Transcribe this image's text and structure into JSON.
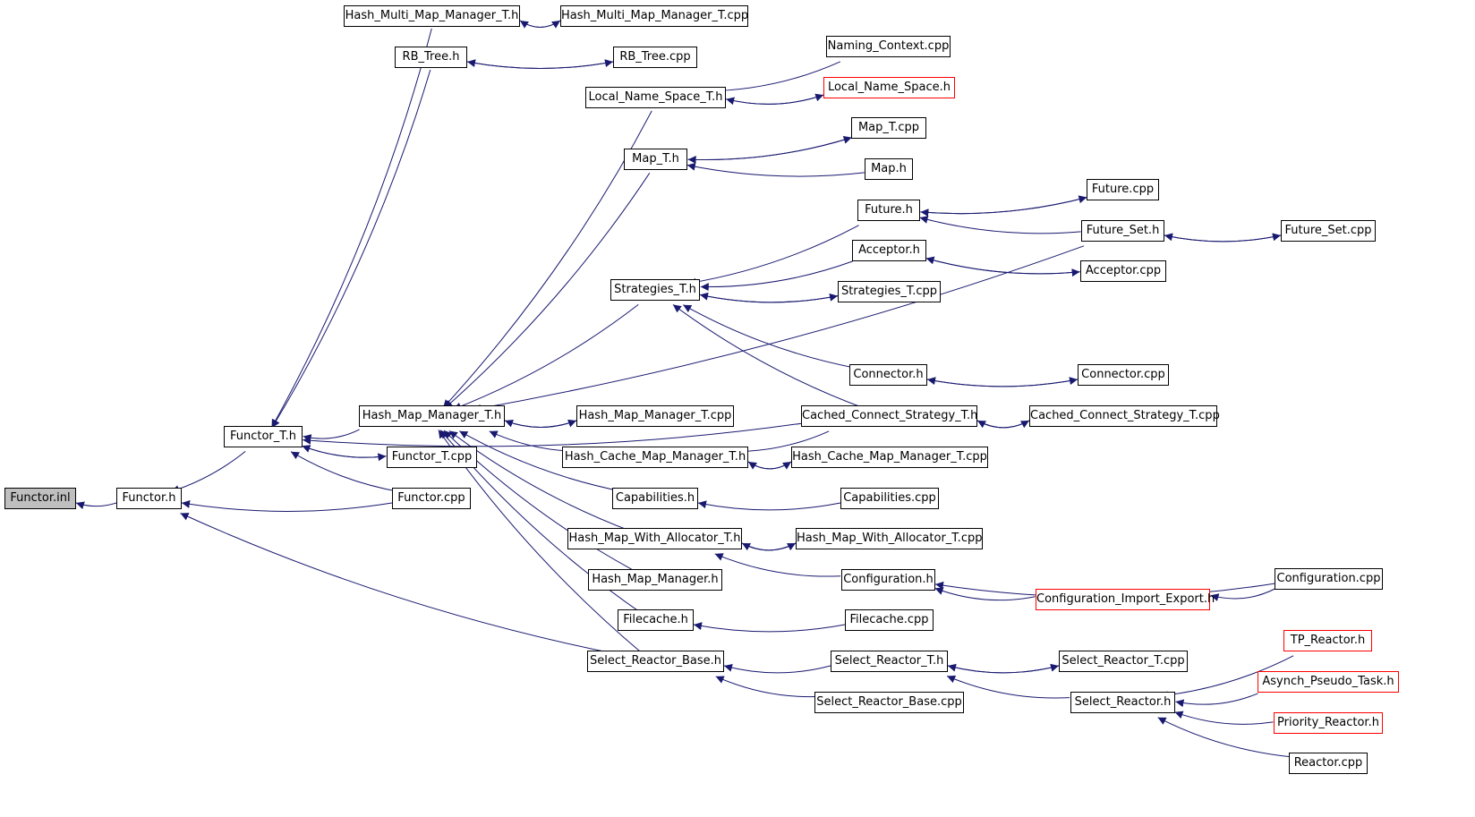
{
  "colors": {
    "edge": "#191970",
    "node_border": "#000000",
    "external_border": "#ff0000",
    "root_fill": "#bfbfbf"
  },
  "nodes": {
    "functor_inl": {
      "label": "Functor.inl",
      "root": true
    },
    "functor_h": {
      "label": "Functor.h"
    },
    "functor_t_h": {
      "label": "Functor_T.h"
    },
    "functor_t_cpp": {
      "label": "Functor_T.cpp"
    },
    "functor_cpp": {
      "label": "Functor.cpp"
    },
    "hmmm_t_h": {
      "label": "Hash_Multi_Map_Manager_T.h"
    },
    "hmmm_t_cpp": {
      "label": "Hash_Multi_Map_Manager_T.cpp"
    },
    "rb_tree_h": {
      "label": "RB_Tree.h"
    },
    "rb_tree_cpp": {
      "label": "RB_Tree.cpp"
    },
    "naming_context_cpp": {
      "label": "Naming_Context.cpp"
    },
    "lns_t_h": {
      "label": "Local_Name_Space_T.h"
    },
    "lns_h": {
      "label": "Local_Name_Space.h",
      "external": true
    },
    "map_t_cpp": {
      "label": "Map_T.cpp"
    },
    "map_t_h": {
      "label": "Map_T.h"
    },
    "map_h": {
      "label": "Map.h"
    },
    "future_h": {
      "label": "Future.h"
    },
    "future_cpp": {
      "label": "Future.cpp"
    },
    "future_set_h": {
      "label": "Future_Set.h"
    },
    "future_set_cpp": {
      "label": "Future_Set.cpp"
    },
    "acceptor_h": {
      "label": "Acceptor.h"
    },
    "acceptor_cpp": {
      "label": "Acceptor.cpp"
    },
    "strategies_t_h": {
      "label": "Strategies_T.h"
    },
    "strategies_t_cpp": {
      "label": "Strategies_T.cpp"
    },
    "connector_h": {
      "label": "Connector.h"
    },
    "connector_cpp": {
      "label": "Connector.cpp"
    },
    "hmm_t_h": {
      "label": "Hash_Map_Manager_T.h"
    },
    "hmm_t_cpp": {
      "label": "Hash_Map_Manager_T.cpp"
    },
    "ccs_t_h": {
      "label": "Cached_Connect_Strategy_T.h"
    },
    "ccs_t_cpp": {
      "label": "Cached_Connect_Strategy_T.cpp"
    },
    "hcmm_t_h": {
      "label": "Hash_Cache_Map_Manager_T.h"
    },
    "hcmm_t_cpp": {
      "label": "Hash_Cache_Map_Manager_T.cpp"
    },
    "capabilities_h": {
      "label": "Capabilities.h"
    },
    "capabilities_cpp": {
      "label": "Capabilities.cpp"
    },
    "hmwa_t_h": {
      "label": "Hash_Map_With_Allocator_T.h"
    },
    "hmwa_t_cpp": {
      "label": "Hash_Map_With_Allocator_T.cpp"
    },
    "configuration_h": {
      "label": "Configuration.h"
    },
    "configuration_cpp": {
      "label": "Configuration.cpp"
    },
    "cie_h": {
      "label": "Configuration_Import_Export.h",
      "external": true
    },
    "hash_map_manager_h": {
      "label": "Hash_Map_Manager.h"
    },
    "filecache_h": {
      "label": "Filecache.h"
    },
    "filecache_cpp": {
      "label": "Filecache.cpp"
    },
    "srb_h": {
      "label": "Select_Reactor_Base.h"
    },
    "srb_cpp": {
      "label": "Select_Reactor_Base.cpp"
    },
    "sr_t_h": {
      "label": "Select_Reactor_T.h"
    },
    "sr_t_cpp": {
      "label": "Select_Reactor_T.cpp"
    },
    "sr_h": {
      "label": "Select_Reactor.h"
    },
    "tp_reactor_h": {
      "label": "TP_Reactor.h",
      "external": true
    },
    "apt_h": {
      "label": "Asynch_Pseudo_Task.h",
      "external": true
    },
    "priority_reactor_h": {
      "label": "Priority_Reactor.h",
      "external": true
    },
    "reactor_cpp": {
      "label": "Reactor.cpp"
    }
  },
  "edges": [
    [
      "functor_h",
      "functor_inl"
    ],
    [
      "functor_t_h",
      "functor_h"
    ],
    [
      "functor_cpp",
      "functor_h"
    ],
    [
      "srb_h",
      "functor_h"
    ],
    [
      "functor_t_cpp",
      "functor_t_h"
    ],
    [
      "functor_cpp",
      "functor_t_h"
    ],
    [
      "hmmm_t_h",
      "functor_t_h"
    ],
    [
      "rb_tree_h",
      "functor_t_h"
    ],
    [
      "hmm_t_h",
      "functor_t_h"
    ],
    [
      "ccs_t_h",
      "functor_t_h"
    ],
    [
      "functor_t_h",
      "functor_t_cpp"
    ],
    [
      "hmmm_t_cpp",
      "hmmm_t_h"
    ],
    [
      "hmmm_t_h",
      "hmmm_t_cpp"
    ],
    [
      "rb_tree_cpp",
      "rb_tree_h"
    ],
    [
      "rb_tree_h",
      "rb_tree_cpp"
    ],
    [
      "naming_context_cpp",
      "lns_t_h"
    ],
    [
      "lns_h",
      "lns_t_h"
    ],
    [
      "lns_t_h",
      "lns_h"
    ],
    [
      "map_t_cpp",
      "map_t_h"
    ],
    [
      "map_h",
      "map_t_h"
    ],
    [
      "map_t_h",
      "map_t_cpp"
    ],
    [
      "future_cpp",
      "future_h"
    ],
    [
      "future_set_h",
      "future_h"
    ],
    [
      "future_h",
      "future_cpp"
    ],
    [
      "future_set_cpp",
      "future_set_h"
    ],
    [
      "future_set_h",
      "future_set_cpp"
    ],
    [
      "acceptor_cpp",
      "acceptor_h"
    ],
    [
      "acceptor_h",
      "acceptor_cpp"
    ],
    [
      "future_h",
      "strategies_t_h"
    ],
    [
      "acceptor_h",
      "strategies_t_h"
    ],
    [
      "strategies_t_cpp",
      "strategies_t_h"
    ],
    [
      "connector_h",
      "strategies_t_h"
    ],
    [
      "ccs_t_h",
      "strategies_t_h"
    ],
    [
      "strategies_t_h",
      "strategies_t_cpp"
    ],
    [
      "connector_cpp",
      "connector_h"
    ],
    [
      "connector_h",
      "connector_cpp"
    ],
    [
      "lns_t_h",
      "hmm_t_h"
    ],
    [
      "map_t_h",
      "hmm_t_h"
    ],
    [
      "strategies_t_h",
      "hmm_t_h"
    ],
    [
      "future_set_h",
      "hmm_t_h"
    ],
    [
      "hmm_t_cpp",
      "hmm_t_h"
    ],
    [
      "hcmm_t_h",
      "hmm_t_h"
    ],
    [
      "capabilities_h",
      "hmm_t_h"
    ],
    [
      "hmwa_t_h",
      "hmm_t_h"
    ],
    [
      "hash_map_manager_h",
      "hmm_t_h"
    ],
    [
      "filecache_h",
      "hmm_t_h"
    ],
    [
      "srb_h",
      "hmm_t_h"
    ],
    [
      "hmm_t_h",
      "hmm_t_cpp"
    ],
    [
      "ccs_t_cpp",
      "ccs_t_h"
    ],
    [
      "ccs_t_h",
      "ccs_t_cpp"
    ],
    [
      "ccs_t_h",
      "hcmm_t_h"
    ],
    [
      "hcmm_t_cpp",
      "hcmm_t_h"
    ],
    [
      "hcmm_t_h",
      "hcmm_t_cpp"
    ],
    [
      "capabilities_cpp",
      "capabilities_h"
    ],
    [
      "hmwa_t_cpp",
      "hmwa_t_h"
    ],
    [
      "configuration_h",
      "hmwa_t_h"
    ],
    [
      "hmwa_t_h",
      "hmwa_t_cpp"
    ],
    [
      "configuration_cpp",
      "configuration_h"
    ],
    [
      "cie_h",
      "configuration_h"
    ],
    [
      "configuration_cpp",
      "cie_h"
    ],
    [
      "filecache_cpp",
      "filecache_h"
    ],
    [
      "sr_t_h",
      "srb_h"
    ],
    [
      "srb_cpp",
      "srb_h"
    ],
    [
      "sr_t_cpp",
      "sr_t_h"
    ],
    [
      "sr_h",
      "sr_t_h"
    ],
    [
      "sr_t_h",
      "sr_t_cpp"
    ],
    [
      "tp_reactor_h",
      "sr_h"
    ],
    [
      "apt_h",
      "sr_h"
    ],
    [
      "priority_reactor_h",
      "sr_h"
    ],
    [
      "reactor_cpp",
      "sr_h"
    ]
  ]
}
